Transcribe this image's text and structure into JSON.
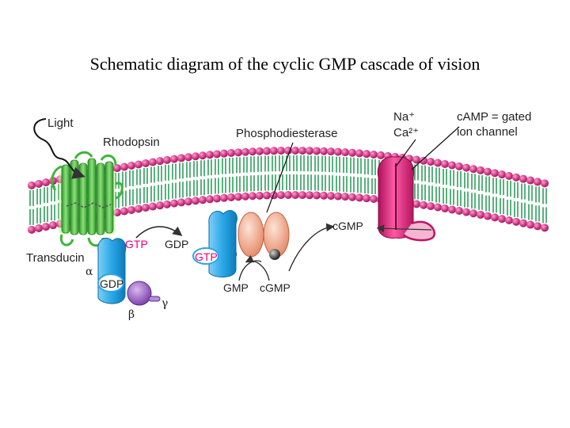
{
  "title": "Schematic diagram of the cyclic GMP cascade of vision",
  "labels": {
    "light": "Light",
    "rhodopsin": "Rhodopsin",
    "phosphodiesterase": "Phosphodiesterase",
    "na_ion": "Na⁺",
    "ca_ion": "Ca²⁺",
    "channel_line1": "cAMP = gated",
    "channel_line2": "ion channel",
    "cgmp_channel": "cGMP",
    "transducin": "Transducin",
    "alpha": "α",
    "beta": "β",
    "gamma": "γ",
    "gtp_free": "GTP",
    "gdp_free": "GDP",
    "gtp_bound": "GTP",
    "gdp_bound": "GDP",
    "gmp": "GMP",
    "cgmp_pde": "cGMP"
  },
  "colors": {
    "lipid_head": "#d9408e",
    "lipid_tail": "#2e9e5b",
    "rhodopsin": "#4cc04c",
    "retinal_loop": "#8ad21c",
    "transducin_alpha": "#2aa6e6",
    "transducin_beta_gamma": "#9b66c7",
    "pde": "#f2a080",
    "channel": "#e0197a",
    "gtp_text": "#e5007d"
  }
}
